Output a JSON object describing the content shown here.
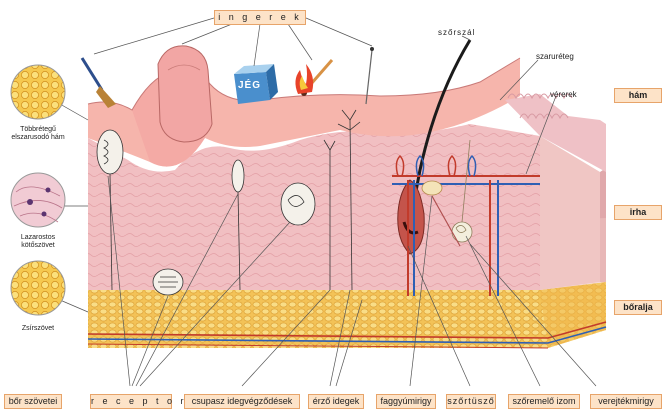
{
  "labels": {
    "top": "i n g e r e k",
    "layers": {
      "ham": "hám",
      "irha": "irha",
      "boralja": "bőralja"
    },
    "structures": {
      "szorszal": "szőrszál",
      "szaruréteg": "szaruréteg",
      "vererek": "vérerek"
    },
    "ice_block": "JÉG",
    "insets": [
      "Többrétegű elszarusodó hám",
      "Lazarostos kötőszövet",
      "Zsírszövet"
    ],
    "bottom": {
      "bor_szovetei": "bőr szövetei",
      "receptorok": "r e c e p t o r o k",
      "csupasz": "csupasz idegvégződések",
      "erzo": "érző idegek",
      "faggyu": "faggyúmirigy",
      "szortuszo": "szőrtüsző",
      "szoremelo": "szőremelő izom",
      "verejtek": "verejtékmirigy"
    }
  }
}
